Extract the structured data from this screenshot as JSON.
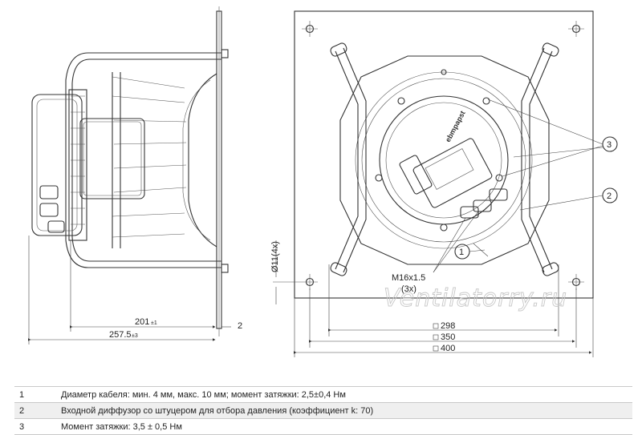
{
  "dimensions": {
    "d201": "201",
    "d201_tol": "±1",
    "d257": "257.5",
    "d257_tol": "±3",
    "d2": "2",
    "d298": "298",
    "d350": "350",
    "d400": "400",
    "hole": "Ø11(4x)"
  },
  "callouts": {
    "c1": "1",
    "c2": "2",
    "c3": "3",
    "thread": "M16x1.5",
    "thread_qty": "(3x)"
  },
  "labels": {
    "brand": "ebmpapst",
    "watermark": "Ventilatorry.ru"
  },
  "legend": [
    {
      "num": "1",
      "text": "Диаметр кабеля: мин. 4 мм, макс. 10 мм; момент затяжки: 2,5±0,4 Нм"
    },
    {
      "num": "2",
      "text": "Входной диффузор со штуцером для отбора давления (коэффициент k: 70)"
    },
    {
      "num": "3",
      "text": "Момент затяжки: 3,5 ± 0,5 Нм"
    }
  ]
}
